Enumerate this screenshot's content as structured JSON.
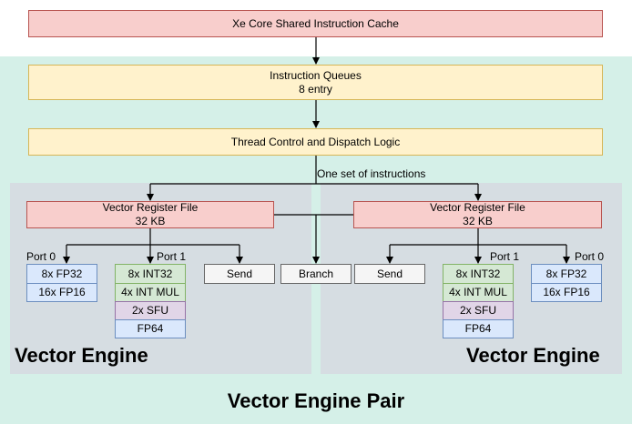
{
  "cache": {
    "label": "Xe Core Shared Instruction Cache"
  },
  "queues": {
    "line1": "Instruction Queues",
    "line2": "8 entry"
  },
  "dispatch": {
    "label": "Thread Control and Dispatch Logic"
  },
  "instruction_label": "One set of instructions",
  "left_engine": {
    "rf_line1": "Vector Register File",
    "rf_line2": "32 KB",
    "port0": "Port 0",
    "port1": "Port 1",
    "fp32": "8x FP32",
    "fp16": "16x FP16",
    "int32": "8x INT32",
    "intmul": "4x INT MUL",
    "sfu": "2x SFU",
    "fp64": "FP64",
    "send": "Send",
    "title": "Vector Engine"
  },
  "branch": "Branch",
  "right_engine": {
    "rf_line1": "Vector Register File",
    "rf_line2": "32 KB",
    "port0": "Port 0",
    "port1": "Port 1",
    "fp32": "8x FP32",
    "fp16": "16x FP16",
    "int32": "8x INT32",
    "intmul": "4x INT MUL",
    "sfu": "2x SFU",
    "fp64": "FP64",
    "send": "Send",
    "title": "Vector Engine"
  },
  "pair_title": "Vector Engine Pair"
}
